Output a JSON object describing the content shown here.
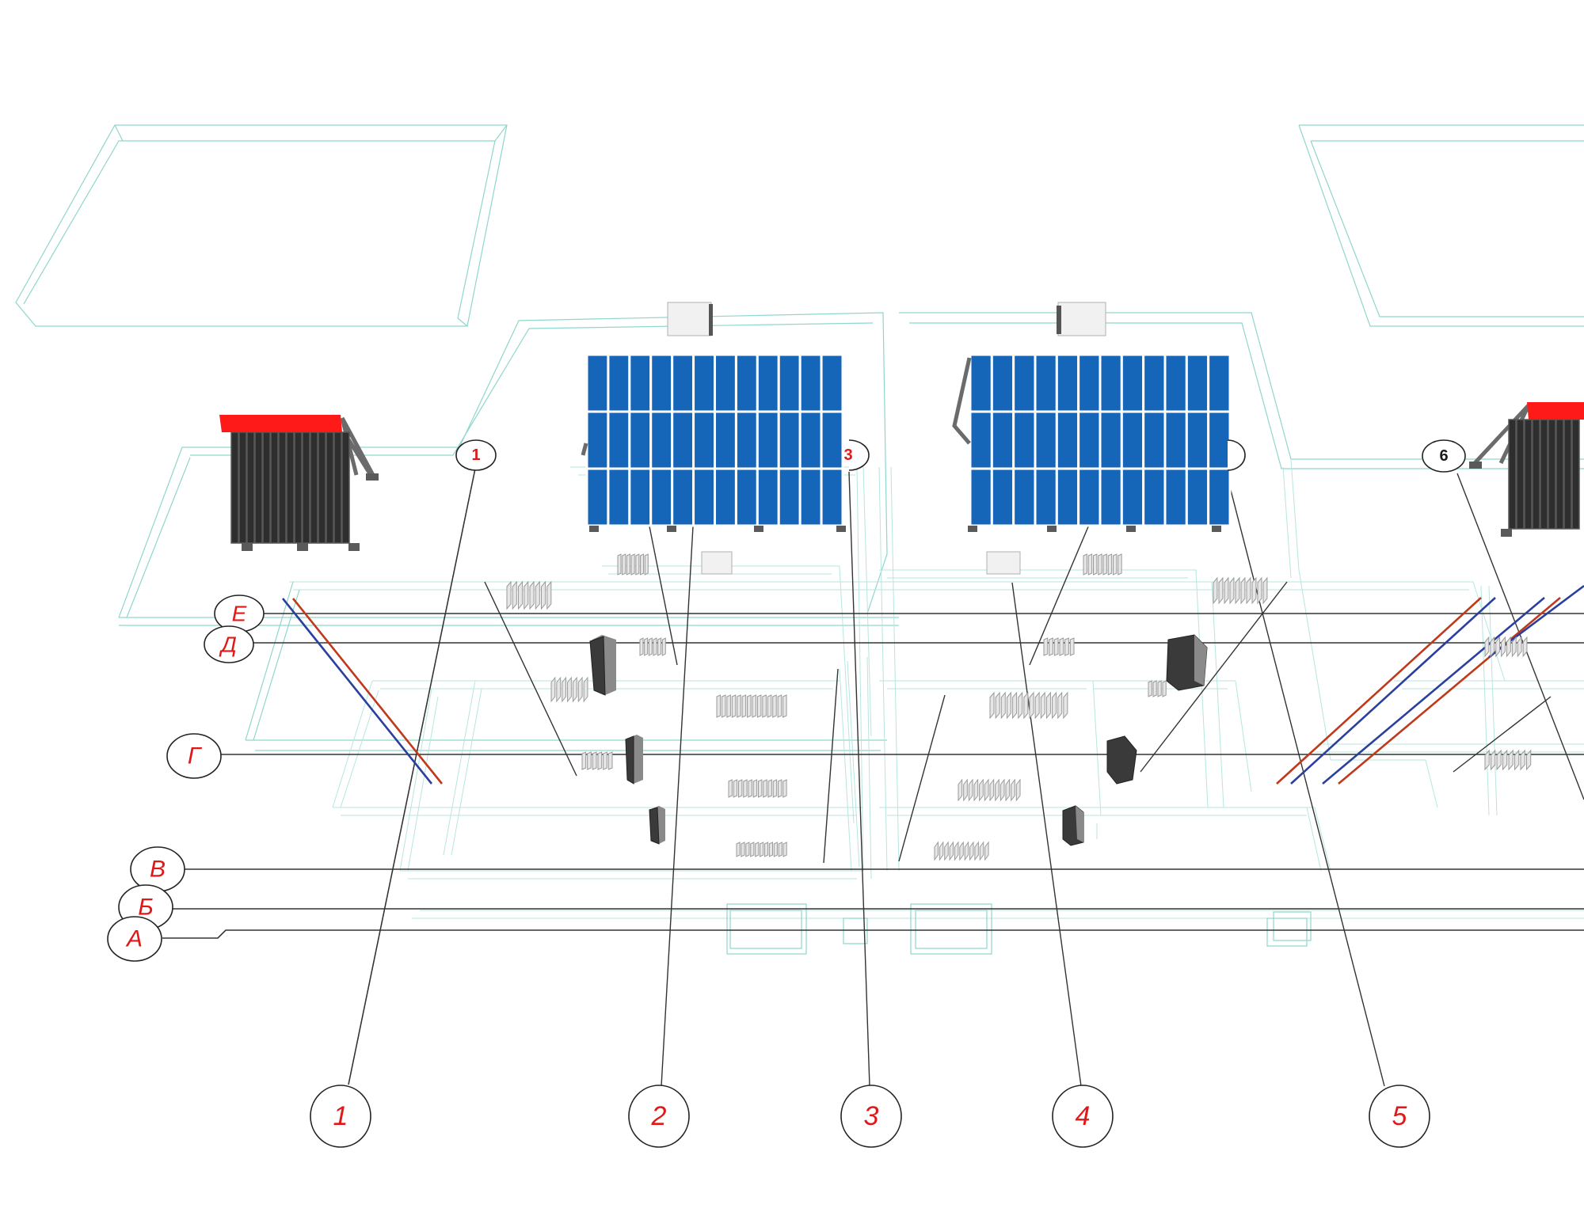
{
  "axes_columns": [
    {
      "label": "1"
    },
    {
      "label": "2"
    },
    {
      "label": "3"
    },
    {
      "label": "4"
    },
    {
      "label": "5"
    }
  ],
  "axes_rows": [
    {
      "label": "Е"
    },
    {
      "label": "Д"
    },
    {
      "label": "Г"
    },
    {
      "label": "В"
    },
    {
      "label": "Б"
    },
    {
      "label": "А"
    }
  ],
  "upper_markers": [
    {
      "label": "1"
    },
    {
      "label": "3"
    },
    {
      "label": "6"
    }
  ],
  "colors": {
    "label_red": "#e01818",
    "pv_blue": "#1565b8",
    "collector_header": "#ff1a1a",
    "outline_teal": "#8fd6cc",
    "pipe_supply": "#c0391b",
    "pipe_return": "#2b3f9e"
  },
  "icons": [
    "solar-pv-panel-icon",
    "solar-thermal-collector-icon",
    "boiler-icon",
    "radiator-icon",
    "air-handler-icon"
  ]
}
